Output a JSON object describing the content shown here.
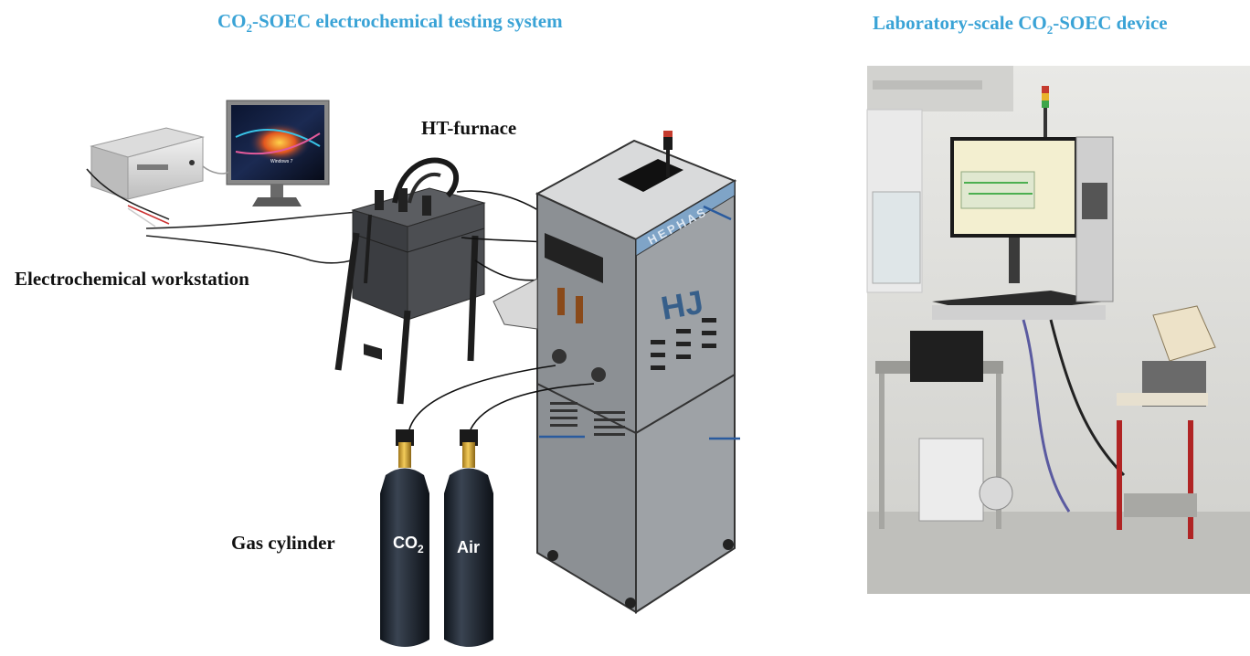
{
  "titles": {
    "left_prefix": "CO",
    "left_sub": "2",
    "left_suffix": "-SOEC electrochemical testing system",
    "right_prefix": "Laboratory-scale CO",
    "right_sub": "2",
    "right_suffix": "-SOEC device"
  },
  "labels": {
    "furnace": "HT-furnace",
    "workstation": "Electrochemical workstation",
    "gas_cylinder": "Gas cylinder"
  },
  "cylinders": {
    "co2_main": "CO",
    "co2_sub": "2",
    "air": "Air"
  },
  "cabinet": {
    "brand": "HEPHAS",
    "logo": "HJ"
  },
  "monitor": {
    "screen_text": "Windows 7"
  },
  "colors": {
    "title": "#3aa3d6",
    "cylinder_body": "#1f2630",
    "cylinder_valve": "#d7a531",
    "cabinet_panel": "#8f9397"
  }
}
